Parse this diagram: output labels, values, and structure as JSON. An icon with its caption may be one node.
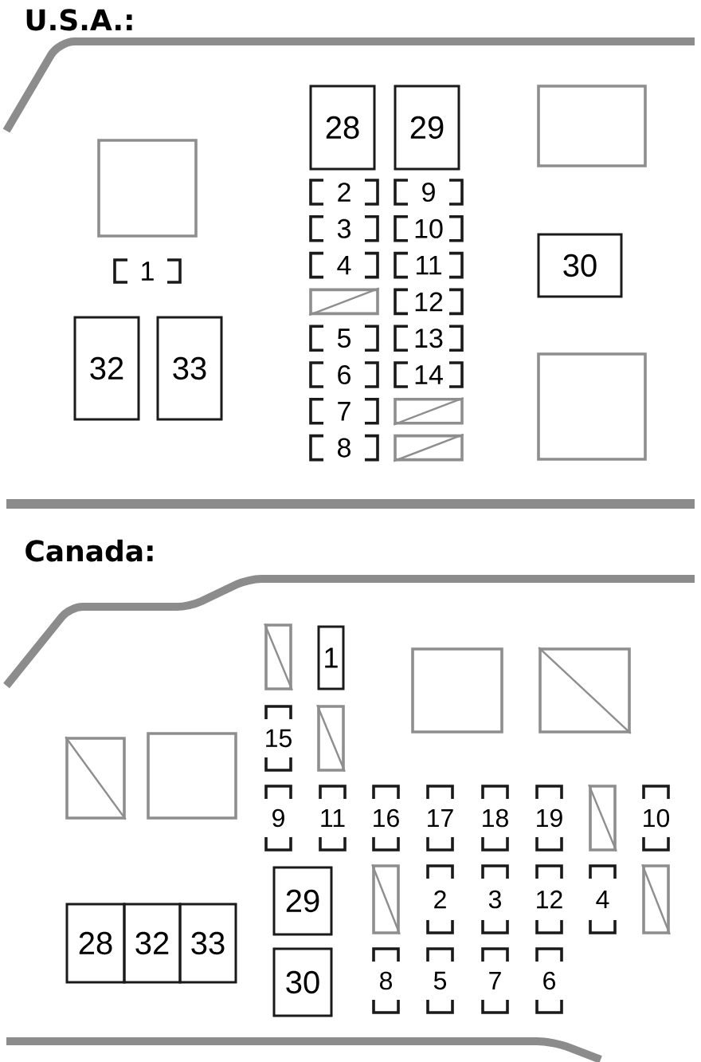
{
  "diagram": {
    "nodes": [
      {
        "text": [
          "28"
        ]
      },
      {
        "text": [
          "29"
        ]
      },
      {
        "text": [],
        "shape": "box"
      },
      {
        "text": [],
        "shape": "box"
      },
      {
        "text": [
          "2"
        ]
      },
      {
        "text": [
          "9"
        ]
      },
      {
        "text": [
          "3"
        ]
      },
      {
        "text": [
          "10"
        ]
      },
      {
        "text": [
          "30"
        ]
      },
      {
        "text": [
          "4"
        ]
      },
      {
        "text": [
          "11"
        ]
      },
      {
        "text": [
          "1"
        ]
      },
      {
        "text": [],
        "shape": "box"
      },
      {
        "text": [
          "12"
        ]
      },
      {
        "text": [
          "32"
        ]
      },
      {
        "text": [
          "33"
        ]
      },
      {
        "text": [
          "5"
        ]
      },
      {
        "text": [
          "13"
        ]
      },
      {
        "text": [],
        "shape": "box"
      },
      {
        "text": [
          "6"
        ]
      },
      {
        "text": [
          "14"
        ]
      },
      {
        "text": [
          "7"
        ]
      },
      {
        "text": [],
        "shape": "box"
      },
      {
        "text": [
          "8"
        ]
      },
      {
        "text": [],
        "shape": "box"
      },
      {
        "text": [],
        "shape": "box"
      },
      {
        "text": [
          "1"
        ]
      },
      {
        "text": [],
        "shape": "box"
      },
      {
        "text": [],
        "shape": "box"
      },
      {
        "text": [
          "15"
        ]
      },
      {
        "text": [],
        "shape": "box"
      },
      {
        "text": [],
        "shape": "box"
      },
      {
        "text": [],
        "shape": "box"
      },
      {
        "text": [
          "9"
        ]
      },
      {
        "text": [
          "11"
        ]
      },
      {
        "text": [
          "16"
        ]
      },
      {
        "text": [
          "17"
        ]
      },
      {
        "text": [
          "18"
        ]
      },
      {
        "text": [
          "19"
        ]
      },
      {
        "text": [],
        "shape": "box"
      },
      {
        "text": [
          "10"
        ]
      },
      {
        "text": [
          "29"
        ]
      },
      {
        "text": [],
        "shape": "box"
      },
      {
        "text": [
          "2"
        ]
      },
      {
        "text": [
          "3"
        ]
      },
      {
        "text": [
          "12"
        ]
      },
      {
        "text": [
          "4"
        ]
      },
      {
        "text": [],
        "shape": "box"
      },
      {
        "text": [
          "28"
        ]
      },
      {
        "text": [
          "32"
        ]
      },
      {
        "text": [
          "33"
        ]
      },
      {
        "text": [
          "30"
        ]
      },
      {
        "text": [
          "8"
        ]
      },
      {
        "text": [
          "5"
        ]
      },
      {
        "text": [
          "7"
        ]
      },
      {
        "text": [
          "6"
        ]
      }
    ],
    "labels": [
      "U.S.A.:",
      "Canada:"
    ]
  }
}
